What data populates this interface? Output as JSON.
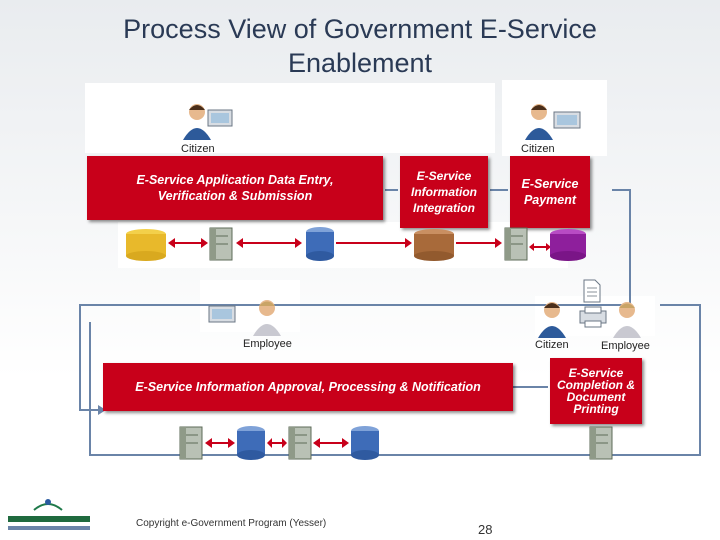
{
  "slide": {
    "title": "Process View of Government E-Service Enablement",
    "footer": "Copyright e-Government Program (Yesser)",
    "page_number": "28"
  },
  "steps": {
    "entry": "E-Service Application Data Entry, Verification & Submission",
    "integration": "E-Service Information Integration",
    "payment": "E-Service Payment",
    "approval": "E-Service Information Approval, Processing & Notification",
    "completion": "E-Service Completion & Document Printing"
  },
  "actors": {
    "citizen_top_left": "Citizen",
    "citizen_top_right": "Citizen",
    "employee_mid": "Employee",
    "citizen_mid_right": "Citizen",
    "employee_mid_right": "Employee"
  },
  "colors": {
    "step_box": "#c8001a",
    "flow_line": "#6a84a8",
    "title": "#2a3a55"
  }
}
